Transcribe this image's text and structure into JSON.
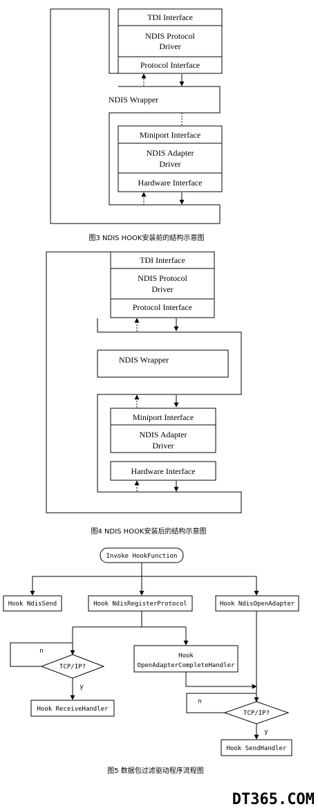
{
  "fig3": {
    "tdi": "TDI  Interface",
    "protocol_driver": [
      "NDIS Protocol",
      "Driver"
    ],
    "protocol_interface": "Protocol  Interface",
    "wrapper": "NDIS     Wrapper",
    "miniport_interface": "Miniport  Interface",
    "adapter_driver": [
      "NDIS Adapter",
      "Driver"
    ],
    "hardware_interface": "Hardware  Interface",
    "caption": "图3 NDIS HOOK安装前的结构示意图"
  },
  "fig4": {
    "tdi": "TDI  Interface",
    "protocol_driver": [
      "NDIS Protocol",
      "Driver"
    ],
    "protocol_interface": "Protocol  Interface",
    "wrapper": "NDIS Wrapper",
    "miniport_interface": "Miniport  Interface",
    "adapter_driver": [
      "NDIS Adapter",
      "Driver"
    ],
    "hardware_interface": "Hardware  Interface",
    "caption": "图4 NDIS HOOK安装后的结构示意图"
  },
  "fig5": {
    "start": "Invoke HookFunction",
    "ndis_send": "Hook NdisSend",
    "register_protocol": "Hook NdisRegisterProtocol",
    "open_adapter": "Hook NdisOpenAdapter",
    "open_adapter_complete": [
      "Hook",
      "OpenAdapterCompleteHandler"
    ],
    "decision_left": "TCP/IP?",
    "decision_right": "TCP/IP?",
    "no_label_left": "n",
    "yes_label_left": "y",
    "no_label_right": "n",
    "yes_label_right": "y",
    "receive_handler": "Hook ReceiveHandler",
    "send_handler": "Hook SendHandler",
    "caption": "图5  数据包过滤驱动程序流程图"
  },
  "watermark": "DT365.COM"
}
